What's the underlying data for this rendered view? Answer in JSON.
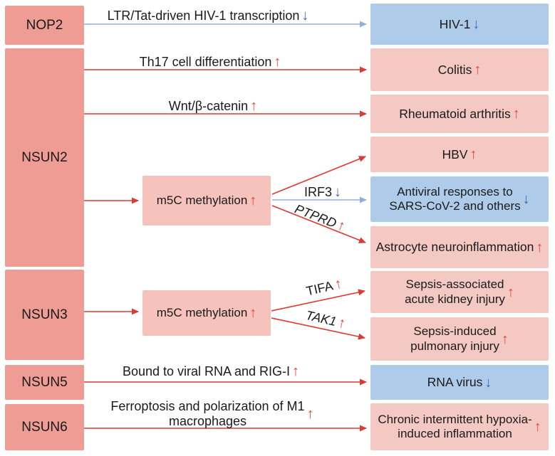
{
  "figure": {
    "description_visible": false
  },
  "colors": {
    "left_box": "#ee9c94",
    "mid_box": "#f6c3bc",
    "pink_box": "#f5c9c3",
    "blue_box": "#aecbe9",
    "red_line": "#d93a32",
    "blue_line": "#8fafdf",
    "up_glyph": "#e8443c",
    "down_glyph": "#3f62c5",
    "text": "#1a1a1a"
  },
  "glyphs": {
    "up": "↑",
    "down": "↓"
  },
  "left_nodes": [
    {
      "label": "NOP2"
    },
    {
      "label": "NSUN2"
    },
    {
      "label": "NSUN3"
    },
    {
      "label": "NSUN5"
    },
    {
      "label": "NSUN6"
    }
  ],
  "mid_nodes": [
    {
      "label": "m5C methylation",
      "trend": "up"
    },
    {
      "label": "m5C methylation",
      "trend": "up"
    }
  ],
  "right_nodes": [
    {
      "label": "HIV-1",
      "trend": "down",
      "style": "blue"
    },
    {
      "label": "Colitis",
      "trend": "up",
      "style": "pink"
    },
    {
      "label": "Rheumatoid arthritis",
      "trend": "up",
      "style": "pink"
    },
    {
      "label": "HBV",
      "trend": "up",
      "style": "pink"
    },
    {
      "label": "Antiviral responses to\nSARS-CoV-2 and others",
      "trend": "down",
      "style": "blue"
    },
    {
      "label": "Astrocyte neuroinflammation",
      "trend": "up",
      "style": "pink"
    },
    {
      "label": "Sepsis-associated\nacute kidney injury",
      "trend": "up",
      "style": "pink"
    },
    {
      "label": "Sepsis-induced\npulmonary injury",
      "trend": "up",
      "style": "pink"
    },
    {
      "label": "RNA virus",
      "trend": "down",
      "style": "blue"
    },
    {
      "label": "Chronic intermittent hypoxia-\ninduced inflammation",
      "trend": "up",
      "style": "pink"
    }
  ],
  "edge_labels": {
    "nop2_hiv1": {
      "label": "LTR/Tat-driven HIV-1 transcription",
      "trend": "down"
    },
    "th17": {
      "label": "Th17 cell differentiation",
      "trend": "up"
    },
    "wnt": {
      "label": "Wnt/β-catenin",
      "trend": "up"
    },
    "irf3": {
      "label": "IRF3",
      "trend": "down"
    },
    "ptprd": {
      "label": "PTPRD",
      "trend": "up"
    },
    "tifa": {
      "label": "TIFA",
      "trend": "up"
    },
    "tak1": {
      "label": "TAK1",
      "trend": "up"
    },
    "nsun5_rna": {
      "label": "Bound to viral RNA and RIG-I",
      "trend": "up"
    },
    "nsun6_chronic": {
      "label": "Ferroptosis and polarization of M1\nmacrophages",
      "trend": "up"
    }
  }
}
